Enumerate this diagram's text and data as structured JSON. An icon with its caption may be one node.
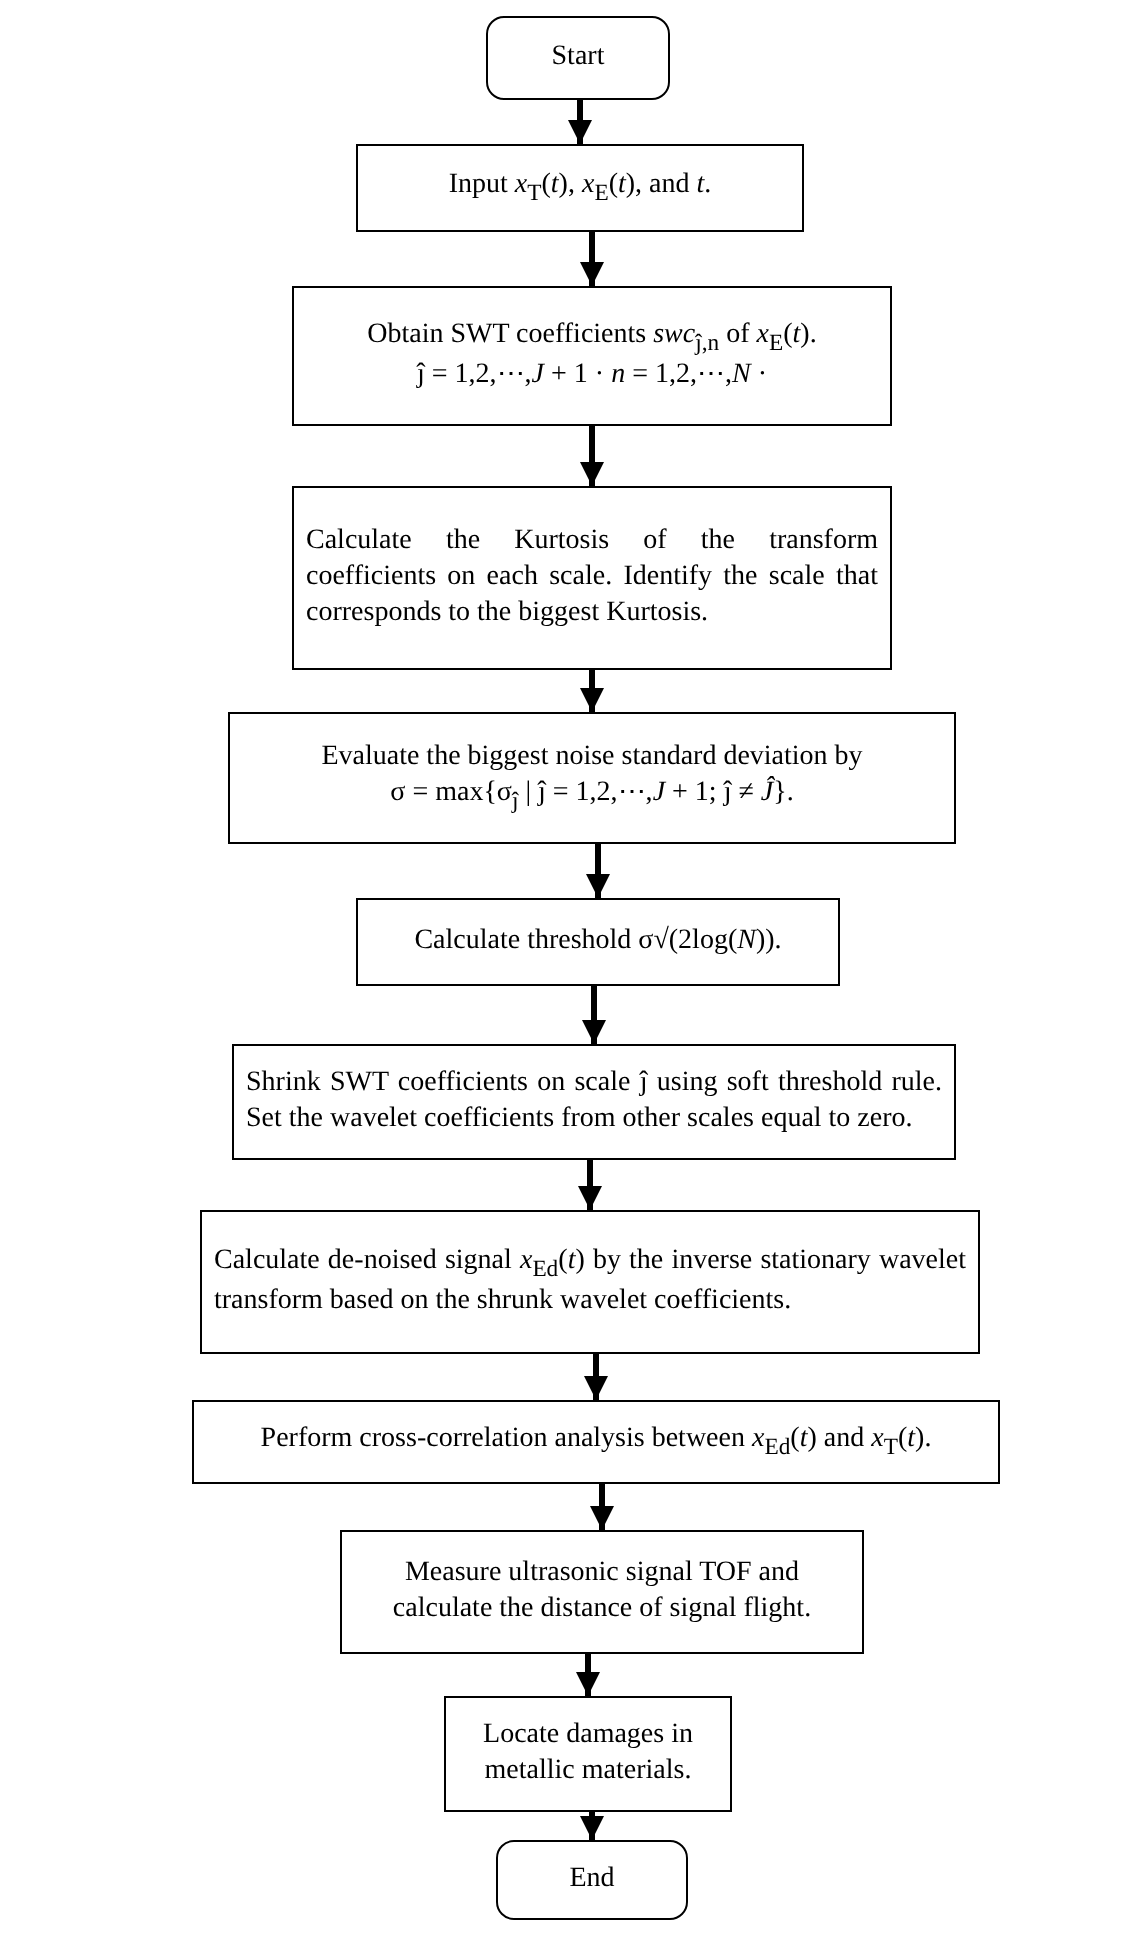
{
  "diagram": {
    "nodes": [
      {
        "text": [
          "Start"
        ]
      },
      {
        "text": [
          "Input *x*$_{T}$(*t*), *x*$_{E}$(*t*), and *t*."
        ]
      },
      {
        "text": [
          "Obtain SWT coefficients *swc*$_{ĵ,n}$ of *x*$_{E}$(*t*).",
          "ĵ = 1,2,⋯,*J* + 1 · *n* = 1,2,⋯,*N* ·"
        ]
      },
      {
        "text": [
          "Calculate the Kurtosis of the transform coefficients on each scale. Identify the scale that corresponds to the biggest Kurtosis."
        ]
      },
      {
        "text": [
          "Evaluate the biggest noise standard deviation by",
          "σ = max{σ$_{ĵ}$ | ĵ = 1,2,⋯,*J* + 1; ĵ ≠ *Ĵ*}."
        ]
      },
      {
        "text": [
          "Calculate threshold σ√(2log(*N*))."
        ]
      },
      {
        "text": [
          "Shrink SWT coefficients on scale ĵ using soft threshold rule. Set the wavelet coefficients from other scales equal to zero."
        ]
      },
      {
        "text": [
          "Calculate de-noised signal *x*$_{Ed}$(*t*) by the inverse stationary wavelet transform based on the shrunk wavelet coefficients."
        ]
      },
      {
        "text": [
          "Perform cross-correlation analysis between *x*$_{Ed}$(*t*) and *x*$_{T}$(*t*)."
        ]
      },
      {
        "text": [
          "Measure ultrasonic signal TOF and calculate the distance of signal flight."
        ]
      },
      {
        "text": [
          "Locate damages in metallic materials."
        ]
      },
      {
        "text": [
          "End"
        ]
      }
    ],
    "edges": [
      {
        "from": 0,
        "to": 1,
        "arrow": "to"
      },
      {
        "from": 1,
        "to": 2,
        "arrow": "to"
      },
      {
        "from": 2,
        "to": 3,
        "arrow": "to"
      },
      {
        "from": 3,
        "to": 4,
        "arrow": "to"
      },
      {
        "from": 4,
        "to": 5,
        "arrow": "to"
      },
      {
        "from": 5,
        "to": 6,
        "arrow": "to"
      },
      {
        "from": 6,
        "to": 7,
        "arrow": "to"
      },
      {
        "from": 7,
        "to": 8,
        "arrow": "to"
      },
      {
        "from": 8,
        "to": 9,
        "arrow": "to"
      },
      {
        "from": 9,
        "to": 10,
        "arrow": "to"
      },
      {
        "from": 10,
        "to": 11,
        "arrow": "to"
      }
    ]
  }
}
